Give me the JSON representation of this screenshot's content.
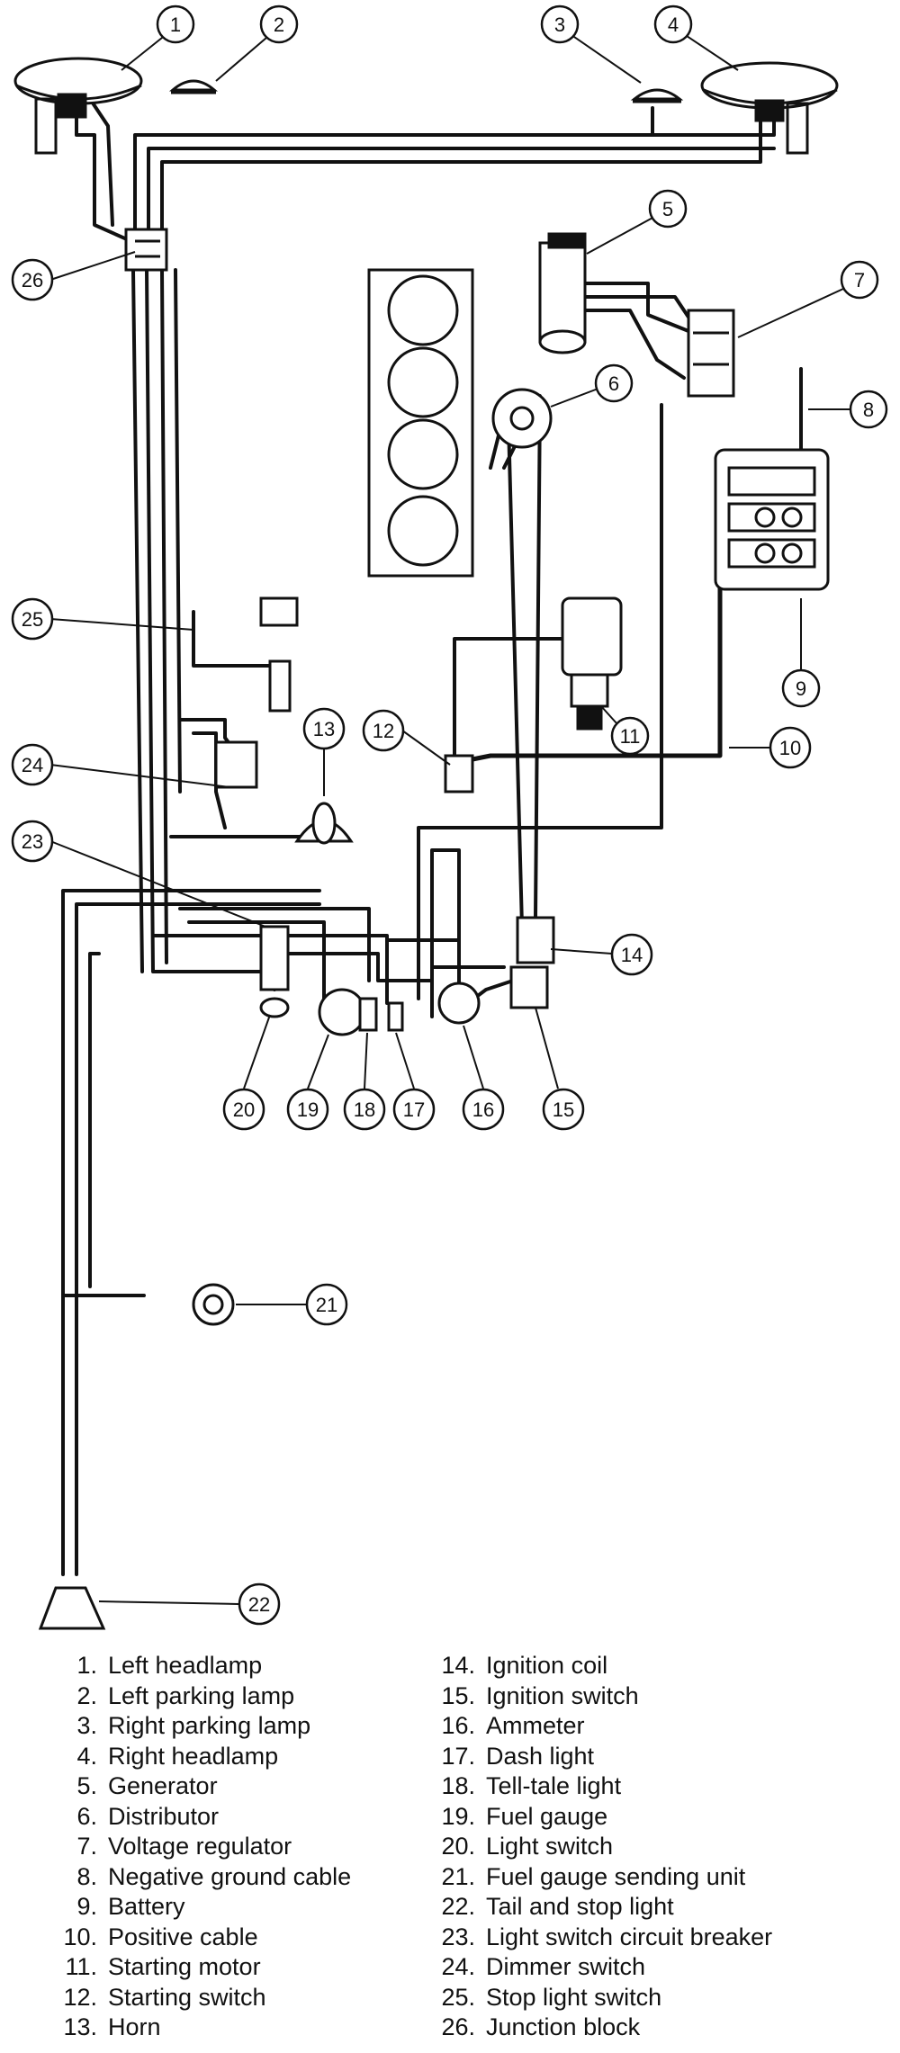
{
  "callouts": [
    "1",
    "2",
    "3",
    "4",
    "5",
    "6",
    "7",
    "8",
    "9",
    "10",
    "11",
    "12",
    "13",
    "14",
    "15",
    "16",
    "17",
    "18",
    "19",
    "20",
    "21",
    "22",
    "23",
    "24",
    "25",
    "26"
  ],
  "legend": {
    "left": [
      {
        "num": "1.",
        "label": "Left headlamp"
      },
      {
        "num": "2.",
        "label": "Left parking lamp"
      },
      {
        "num": "3.",
        "label": "Right parking lamp"
      },
      {
        "num": "4.",
        "label": "Right headlamp"
      },
      {
        "num": "5.",
        "label": "Generator"
      },
      {
        "num": "6.",
        "label": "Distributor"
      },
      {
        "num": "7.",
        "label": "Voltage regulator"
      },
      {
        "num": "8.",
        "label": "Negative ground cable"
      },
      {
        "num": "9.",
        "label": "Battery"
      },
      {
        "num": "10.",
        "label": "Positive cable"
      },
      {
        "num": "11.",
        "label": "Starting motor"
      },
      {
        "num": "12.",
        "label": "Starting switch"
      },
      {
        "num": "13.",
        "label": "Horn"
      }
    ],
    "right": [
      {
        "num": "14.",
        "label": "Ignition coil"
      },
      {
        "num": "15.",
        "label": "Ignition switch"
      },
      {
        "num": "16.",
        "label": "Ammeter"
      },
      {
        "num": "17.",
        "label": "Dash light"
      },
      {
        "num": "18.",
        "label": "Tell-tale light"
      },
      {
        "num": "19.",
        "label": "Fuel gauge"
      },
      {
        "num": "20.",
        "label": "Light switch"
      },
      {
        "num": "21.",
        "label": "Fuel gauge sending unit"
      },
      {
        "num": "22.",
        "label": "Tail and stop light"
      },
      {
        "num": "23.",
        "label": "Light switch circuit breaker"
      },
      {
        "num": "24.",
        "label": "Dimmer switch"
      },
      {
        "num": "25.",
        "label": "Stop light switch"
      },
      {
        "num": "26.",
        "label": "Junction block"
      }
    ]
  }
}
